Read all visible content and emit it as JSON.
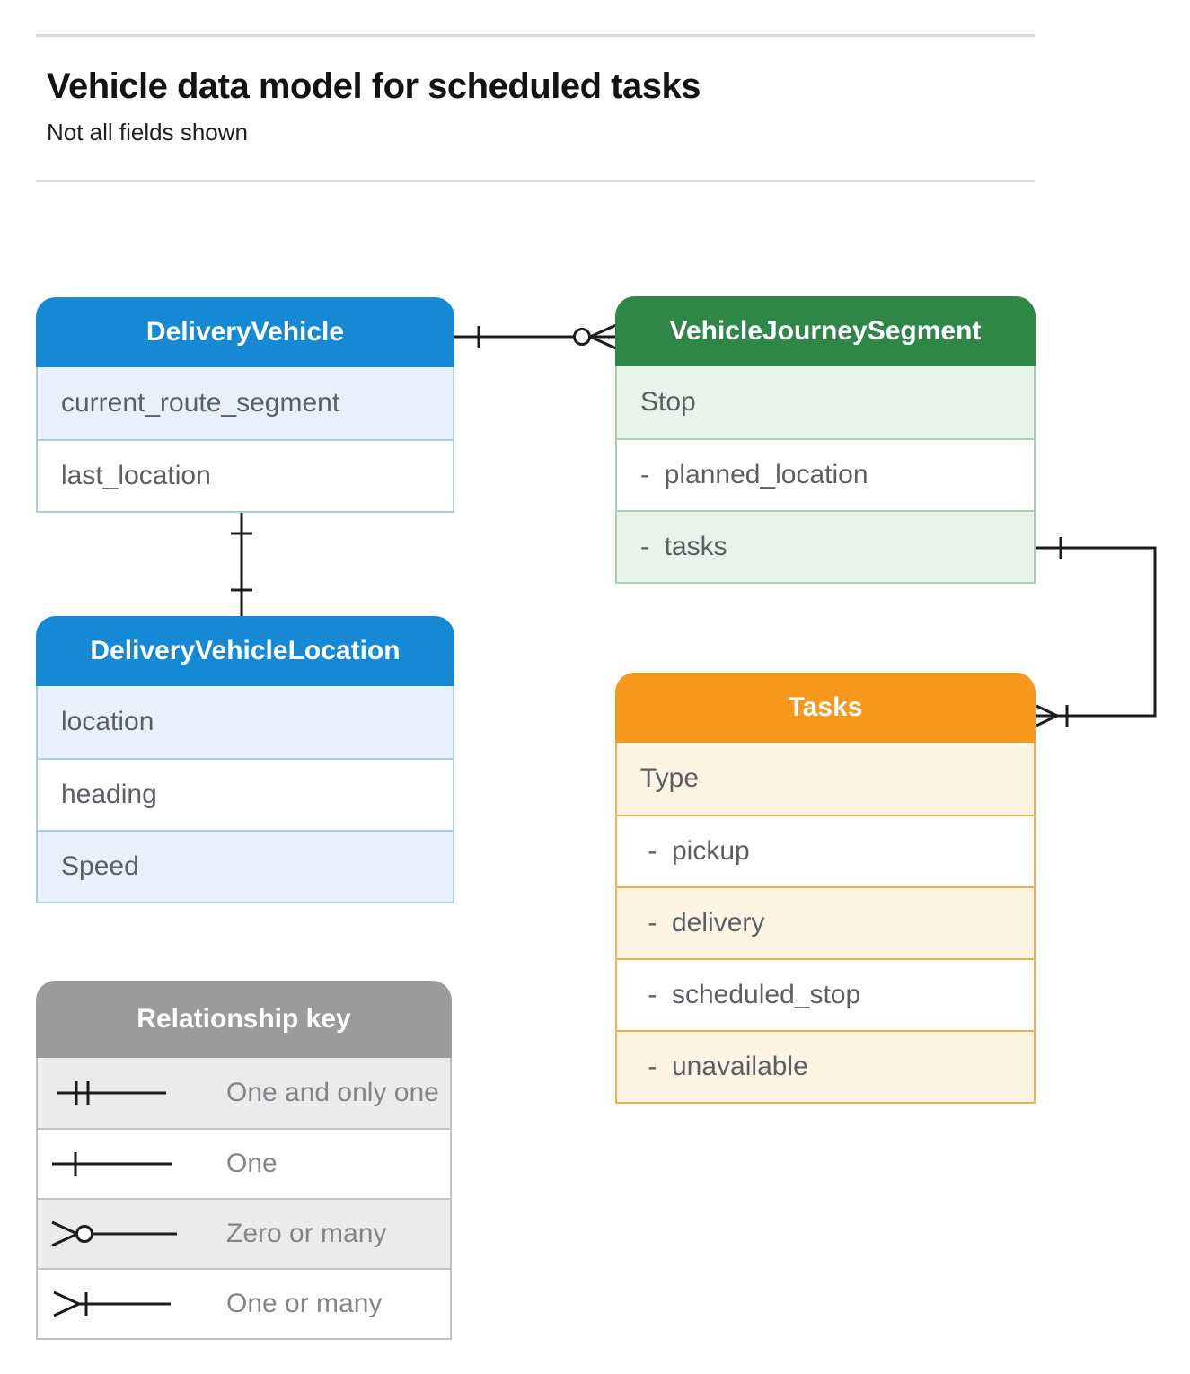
{
  "page": {
    "title": "Vehicle data model for scheduled tasks",
    "subtitle": "Not all fields shown"
  },
  "entities": [
    {
      "name": "DeliveryVehicle",
      "header_color": "#1589d3",
      "tint_color": "#e8f1fb",
      "rows": [
        "current_route_segment",
        "last_location"
      ]
    },
    {
      "name": "VehicleJourneySegment",
      "header_color": "#2e8746",
      "tint_color": "#e9f3ec",
      "rows": [
        "Stop",
        "-  planned_location",
        "-  tasks"
      ]
    },
    {
      "name": "DeliveryVehicleLocation",
      "header_color": "#1589d3",
      "tint_color": "#e8f1fb",
      "rows": [
        "location",
        "heading",
        "Speed"
      ]
    },
    {
      "name": "Tasks",
      "header_color": "#f8991e",
      "tint_color": "#fdf4e4",
      "rows": [
        "Type",
        " -  pickup",
        " -  delivery",
        " -  scheduled_stop",
        " -  unavailable"
      ]
    }
  ],
  "relationships": [
    {
      "from": "DeliveryVehicle",
      "to": "VehicleJourneySegment",
      "from_end": "one",
      "to_end": "zero-or-many"
    },
    {
      "from": "DeliveryVehicle",
      "to": "DeliveryVehicleLocation",
      "from_end": "one",
      "to_end": "one"
    },
    {
      "from": "VehicleJourneySegment.tasks",
      "to": "Tasks",
      "from_end": "one",
      "to_end": "one-or-many"
    }
  ],
  "legend": {
    "title": "Relationship key",
    "header_color": "#9b9b9b",
    "tint_color": "#ebebeb",
    "items": [
      {
        "symbol": "one-and-only-one",
        "label": "One and only one"
      },
      {
        "symbol": "one",
        "label": "One"
      },
      {
        "symbol": "zero-or-many",
        "label": "Zero or many"
      },
      {
        "symbol": "one-or-many",
        "label": "One or many"
      }
    ]
  }
}
